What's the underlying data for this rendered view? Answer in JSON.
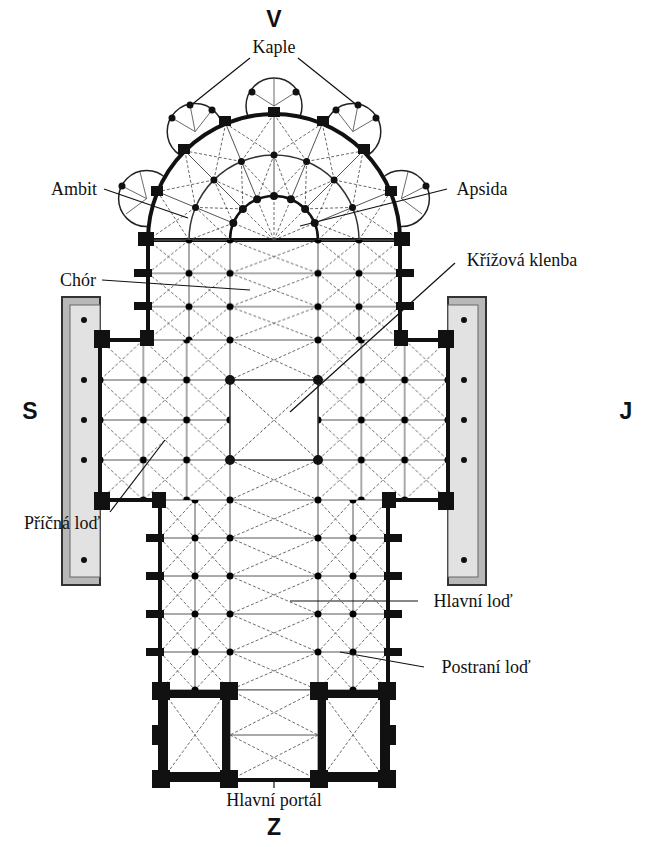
{
  "diagram": {
    "labels": [
      "V",
      "Kaple",
      "Ambit",
      "Apsida",
      "Chór",
      "Křížová klenba",
      "S",
      "J",
      "Příčná loď",
      "Hlavní loď",
      "Postraní loď",
      "Hlavní portál",
      "Z"
    ]
  }
}
